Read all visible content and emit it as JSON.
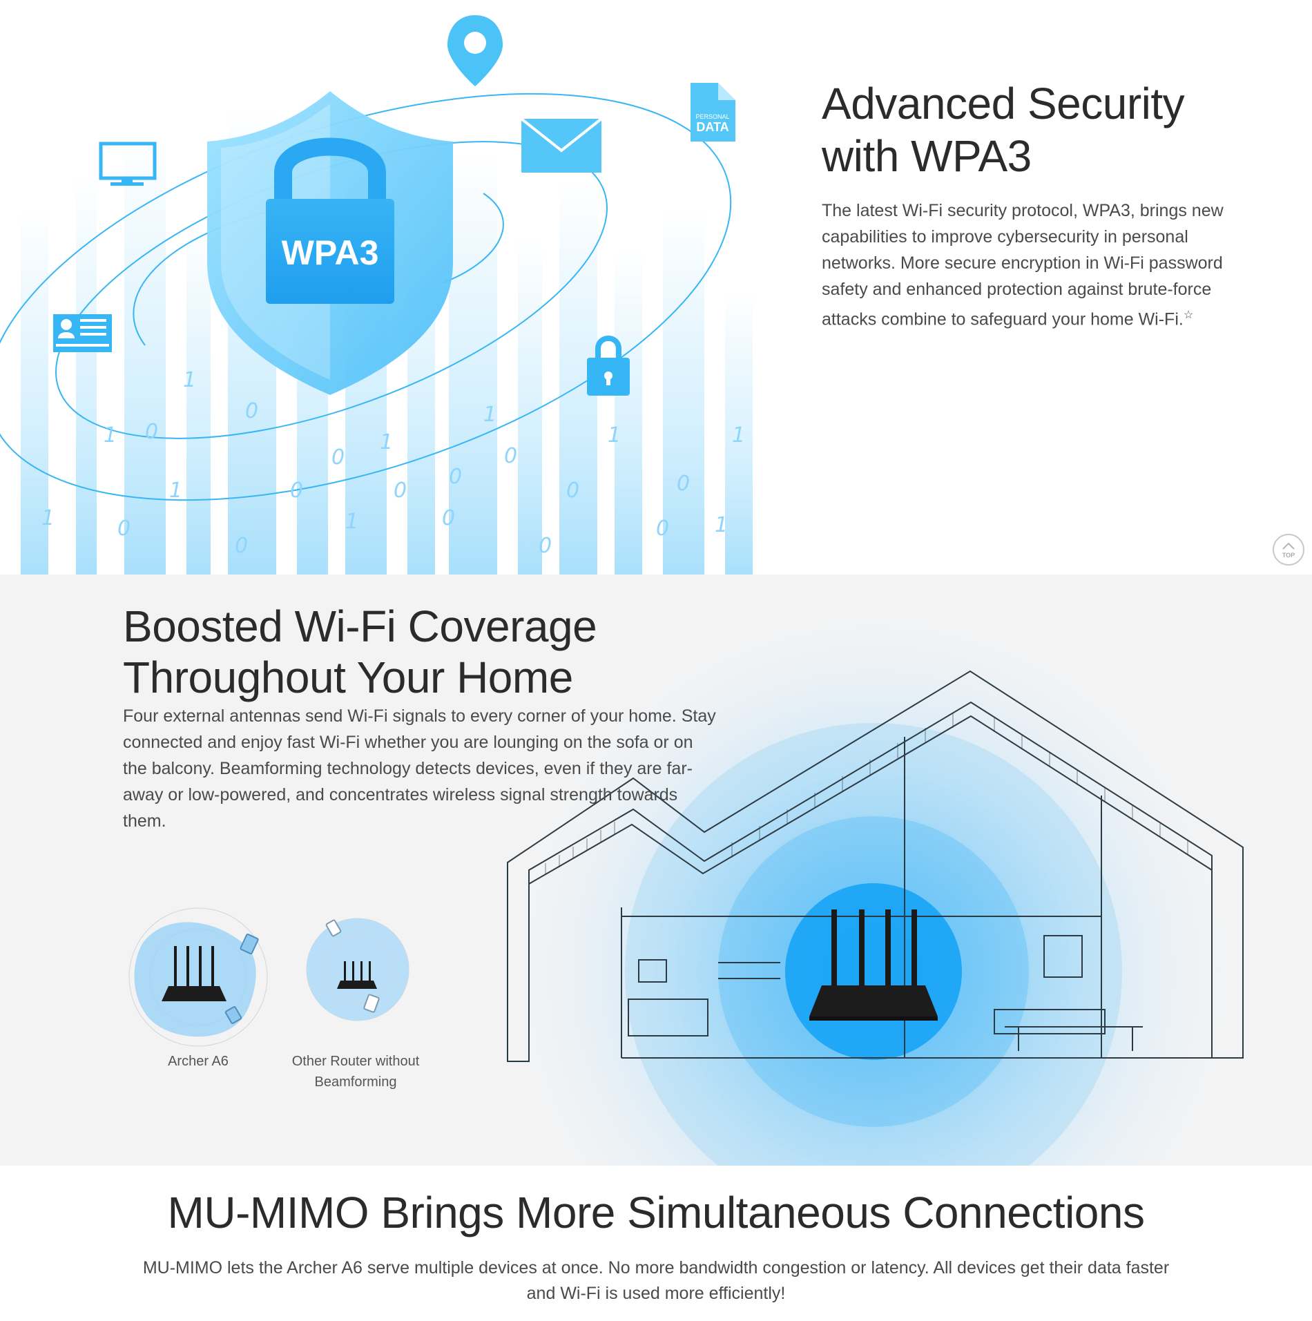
{
  "security": {
    "title_line1": "Advanced Security",
    "title_line2": "with WPA3",
    "description": "The latest Wi-Fi security protocol, WPA3, brings new capabilities to improve cybersecurity in personal networks. More secure encryption in Wi-Fi password safety and enhanced protection against brute-force attacks combine to safeguard your home Wi-Fi.",
    "footnote_mark": "☆",
    "shield_label": "WPA3",
    "doc_label_small": "PERSONAL",
    "doc_label_big": "DATA"
  },
  "coverage": {
    "title_line1": "Boosted Wi-Fi Coverage",
    "title_line2": "Throughout Your Home",
    "description": "Four external antennas send Wi-Fi signals to every corner of your home. Stay connected and enjoy fast Wi-Fi whether you are lounging on the sofa or on the balcony. Beamforming technology detects devices, even if they are far-away or low-powered, and concentrates wireless signal strength towards them.",
    "compare_a_label": "Archer A6",
    "compare_b_label": "Other Router without Beamforming"
  },
  "mumimo": {
    "title": "MU-MIMO Brings More Simultaneous Connections",
    "description": "MU-MIMO lets the Archer A6 serve multiple devices at once. No more bandwidth congestion or latency. All devices get their data faster and Wi-Fi is used more efficiently!"
  },
  "nav": {
    "top_label": "TOP"
  },
  "colors": {
    "accent_blue": "#37b6f6",
    "light_blue": "#7fd3fb",
    "text_dark": "#2b2b2b"
  }
}
